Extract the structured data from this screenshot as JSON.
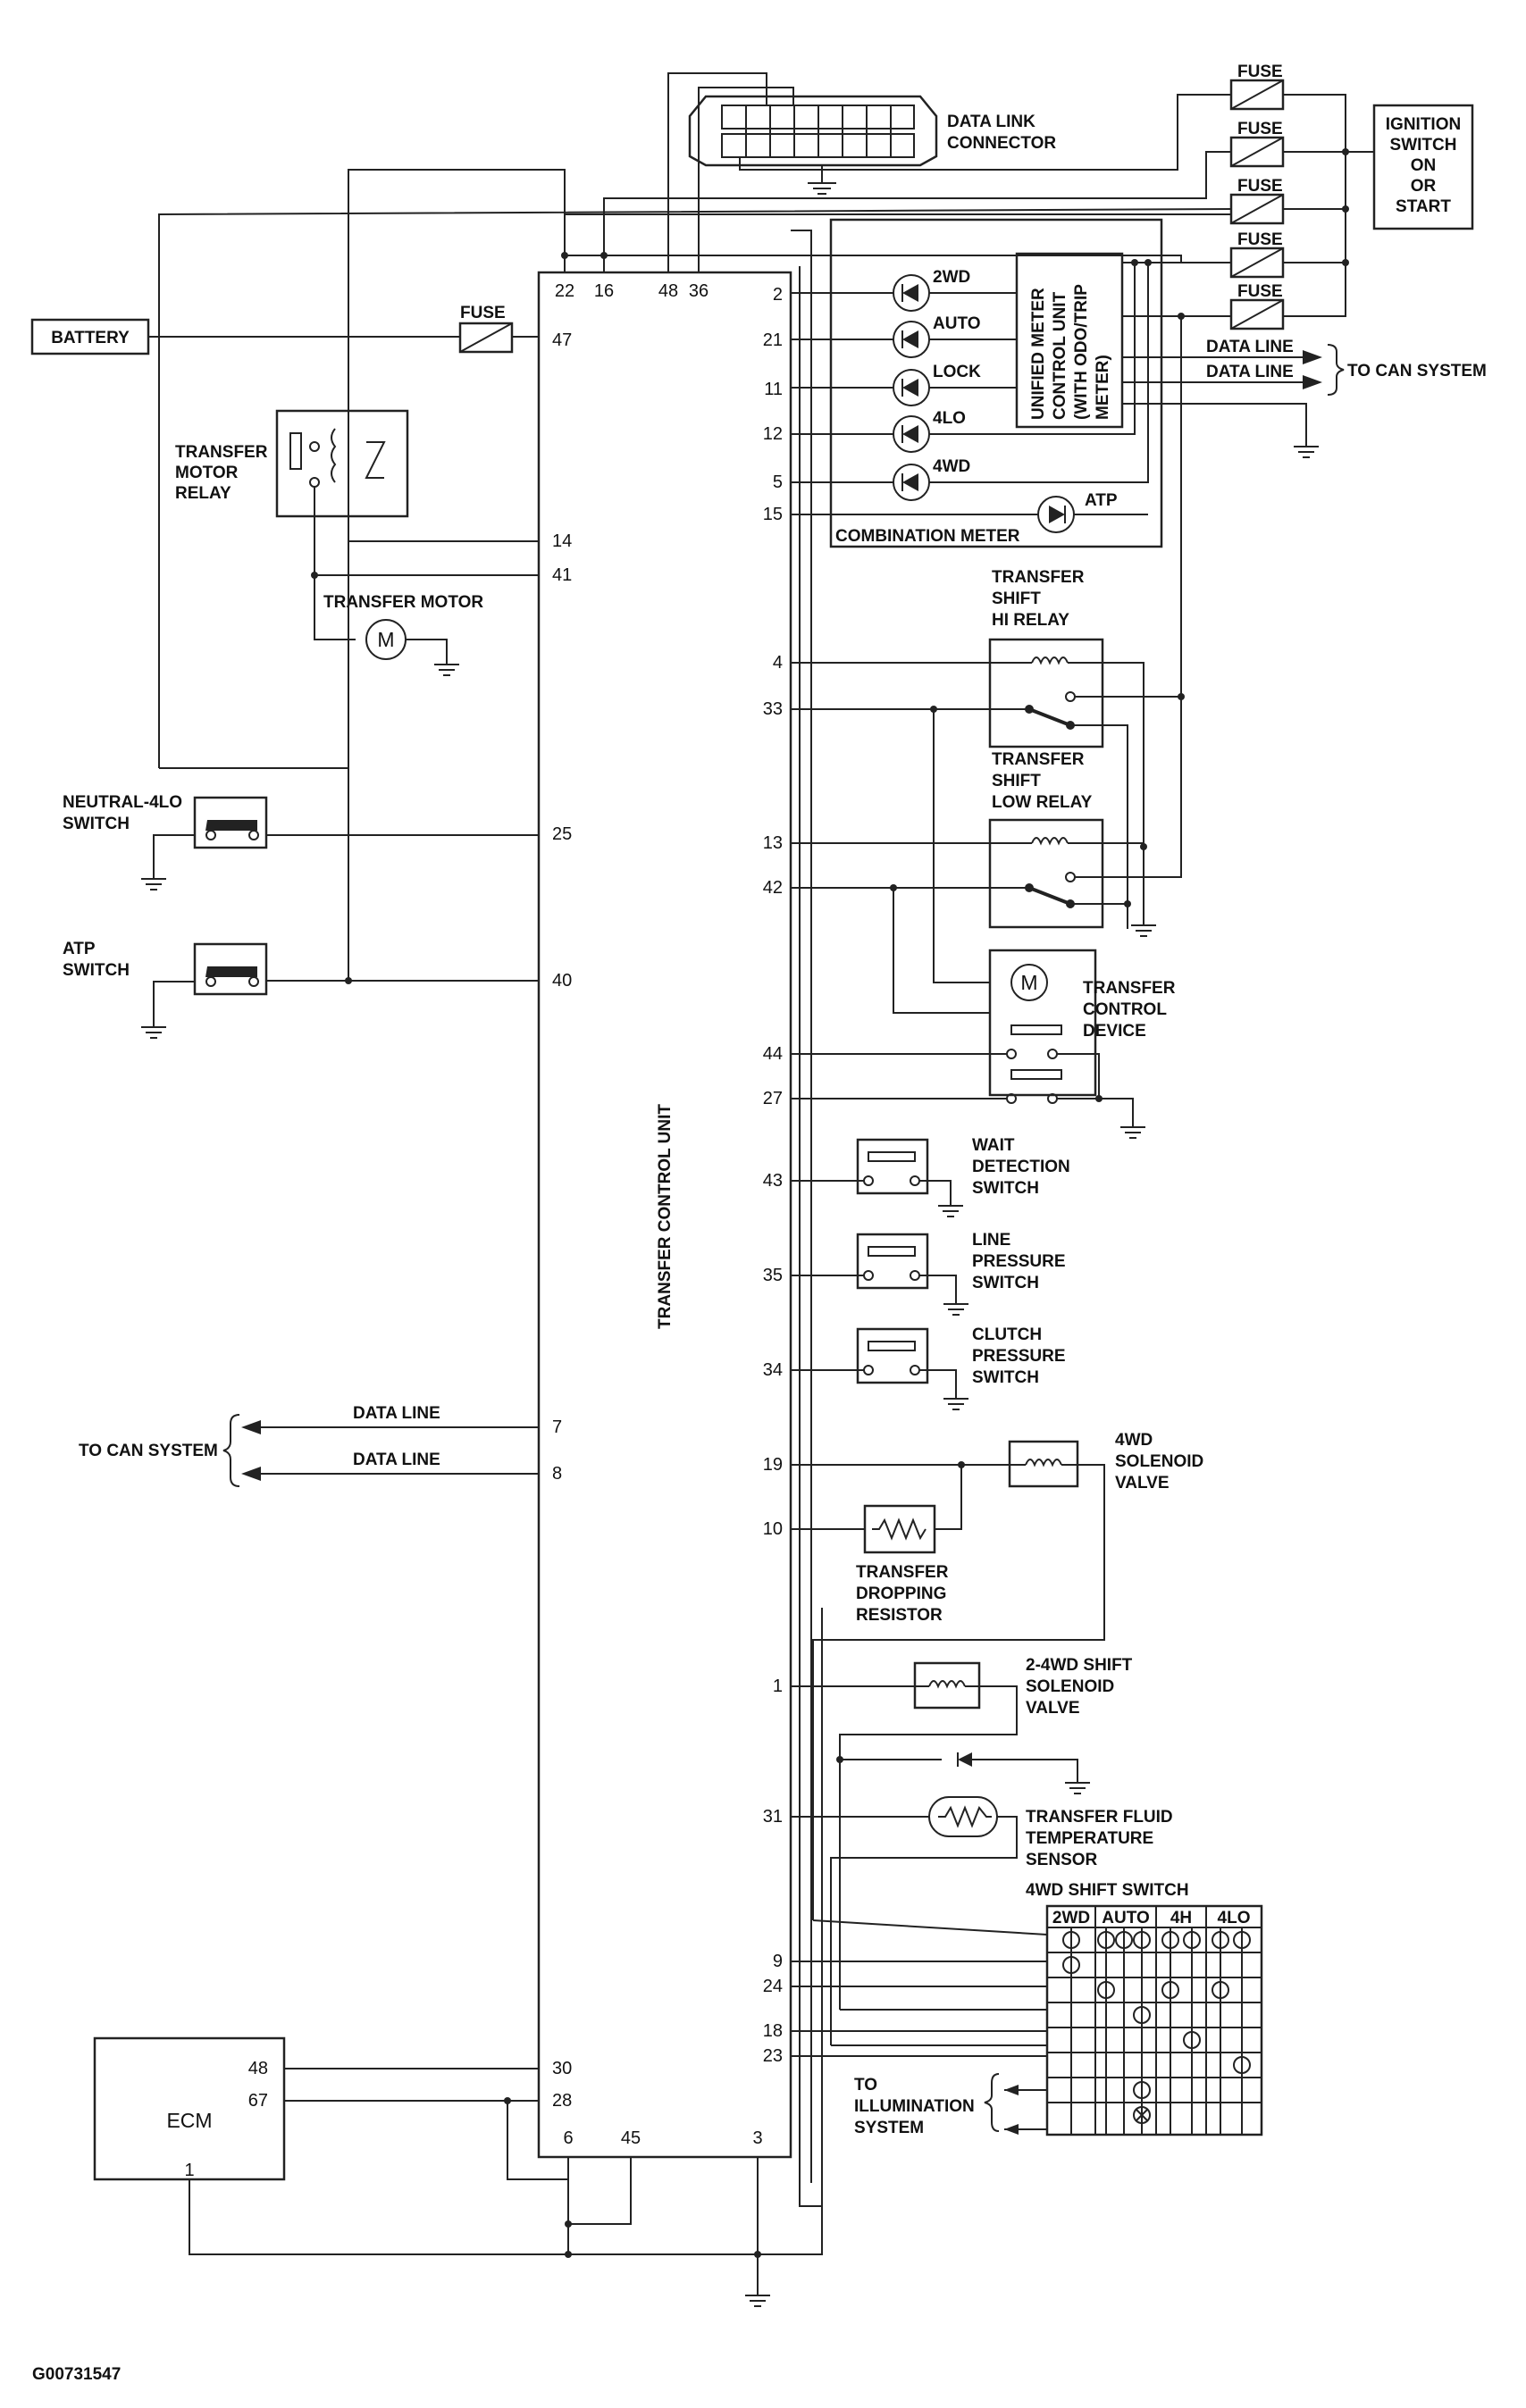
{
  "labels": {
    "data_link_connector": [
      "DATA LINK",
      "CONNECTOR"
    ],
    "fuse": "FUSE",
    "ignition": [
      "IGNITION",
      "SWITCH",
      "ON",
      "OR",
      "START"
    ],
    "battery": "BATTERY",
    "transfer_motor_relay": [
      "TRANSFER",
      "MOTOR",
      "RELAY"
    ],
    "transfer_motor": "TRANSFER MOTOR",
    "motor_symbol": "M",
    "neutral_4lo_switch": [
      "NEUTRAL-4LO",
      "SWITCH"
    ],
    "atp_switch": [
      "ATP",
      "SWITCH"
    ],
    "transfer_control_unit": "TRANSFER CONTROL UNIT",
    "to_can_system": "TO CAN SYSTEM",
    "data_line": "DATA LINE",
    "ecm": "ECM",
    "combination_meter": "COMBINATION METER",
    "unified_meter": [
      "UNIFIED METER",
      "CONTROL UNIT",
      "(WITH ODO/TRIP",
      "METER)"
    ],
    "indicators": [
      "2WD",
      "AUTO",
      "LOCK",
      "4LO",
      "4WD"
    ],
    "atp": "ATP",
    "hi_relay": [
      "TRANSFER",
      "SHIFT",
      "HI RELAY"
    ],
    "low_relay": [
      "TRANSFER",
      "SHIFT",
      "LOW RELAY"
    ],
    "transfer_control_device": [
      "TRANSFER",
      "CONTROL",
      "DEVICE"
    ],
    "wait_detection_switch": [
      "WAIT",
      "DETECTION",
      "SWITCH"
    ],
    "line_pressure_switch": [
      "LINE",
      "PRESSURE",
      "SWITCH"
    ],
    "clutch_pressure_switch": [
      "CLUTCH",
      "PRESSURE",
      "SWITCH"
    ],
    "solenoid_4wd": [
      "4WD",
      "SOLENOID",
      "VALVE"
    ],
    "dropping_resistor": [
      "TRANSFER",
      "DROPPING",
      "RESISTOR"
    ],
    "shift_solenoid": [
      "2-4WD SHIFT",
      "SOLENOID",
      "VALVE"
    ],
    "fluid_temp_sensor": [
      "TRANSFER FLUID",
      "TEMPERATURE",
      "SENSOR"
    ],
    "shift_switch_title": "4WD SHIFT SWITCH",
    "shift_switch_cols": [
      "2WD",
      "AUTO",
      "4H",
      "4LO"
    ],
    "illumination": [
      "TO",
      "ILLUMINATION",
      "SYSTEM"
    ],
    "figure_code": "G00731547"
  },
  "pins": {
    "top": [
      "22",
      "16",
      "48",
      "36"
    ],
    "bottom": [
      "6",
      "45",
      "3"
    ],
    "left": [
      "47",
      "14",
      "41",
      "25",
      "40",
      "7",
      "8",
      "30",
      "28"
    ],
    "right": [
      "2",
      "21",
      "11",
      "12",
      "5",
      "15",
      "4",
      "33",
      "13",
      "42",
      "44",
      "27",
      "43",
      "35",
      "34",
      "19",
      "10",
      "1",
      "31",
      "9",
      "24",
      "18",
      "23"
    ],
    "ecm": [
      "48",
      "67",
      "1"
    ]
  }
}
